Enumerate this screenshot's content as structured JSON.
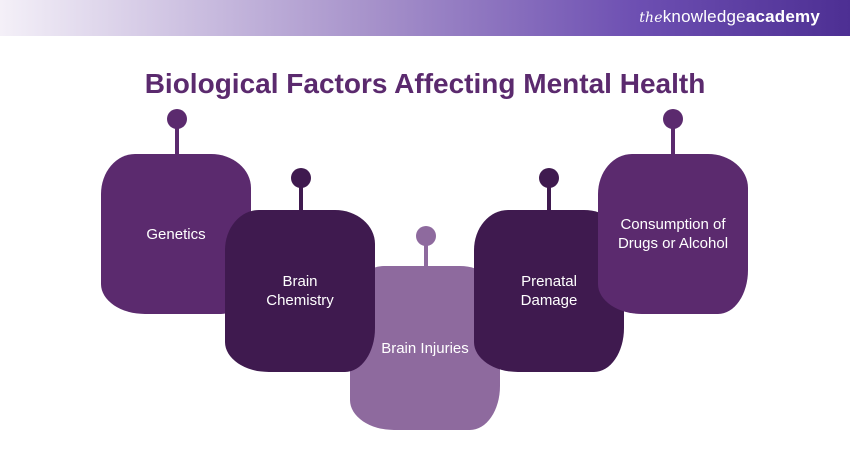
{
  "header": {
    "logo_prefix": "the",
    "logo_main": "knowledge",
    "logo_suffix": "academy"
  },
  "title": "Biological Factors Affecting Mental Health",
  "factors": [
    {
      "label": "Genetics",
      "color": "#5b2a6e"
    },
    {
      "label": "Brain Chemistry",
      "color": "#3f1a4f"
    },
    {
      "label": "Brain Injuries",
      "color": "#8e6a9e"
    },
    {
      "label": "Prenatal Damage",
      "color": "#3f1a4f"
    },
    {
      "label": "Consumption of Drugs or Alcohol",
      "color": "#5b2a6e"
    }
  ]
}
